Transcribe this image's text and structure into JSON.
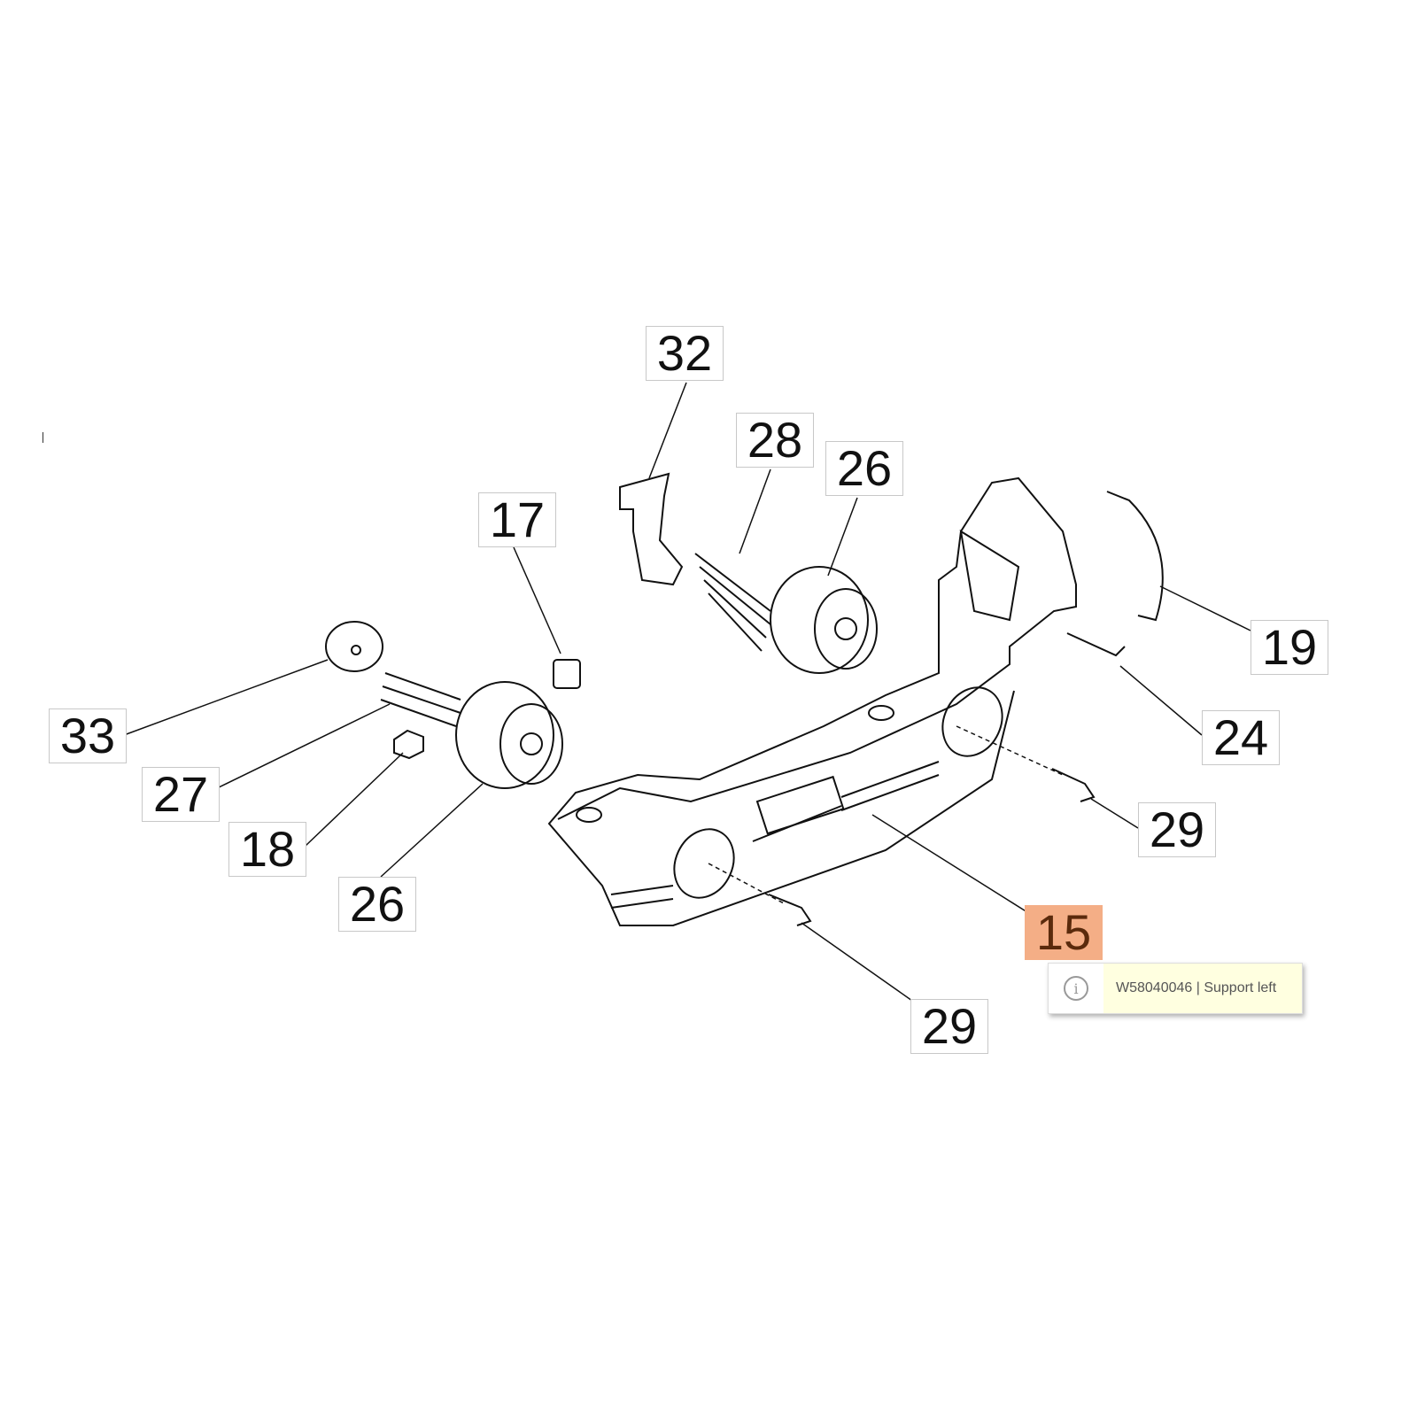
{
  "labels": {
    "l32": "32",
    "l28": "28",
    "l26a": "26",
    "l17": "17",
    "l19": "19",
    "l33": "33",
    "l24": "24",
    "l27": "27",
    "l29a": "29",
    "l18": "18",
    "l26b": "26",
    "l15": "15",
    "l29b": "29"
  },
  "tooltip": {
    "icon": "info-icon",
    "glyph": "i",
    "text": "W58040046 | Support left"
  },
  "colors": {
    "highlight": "#f4ae86",
    "tooltip_bg": "#ffffe0"
  }
}
